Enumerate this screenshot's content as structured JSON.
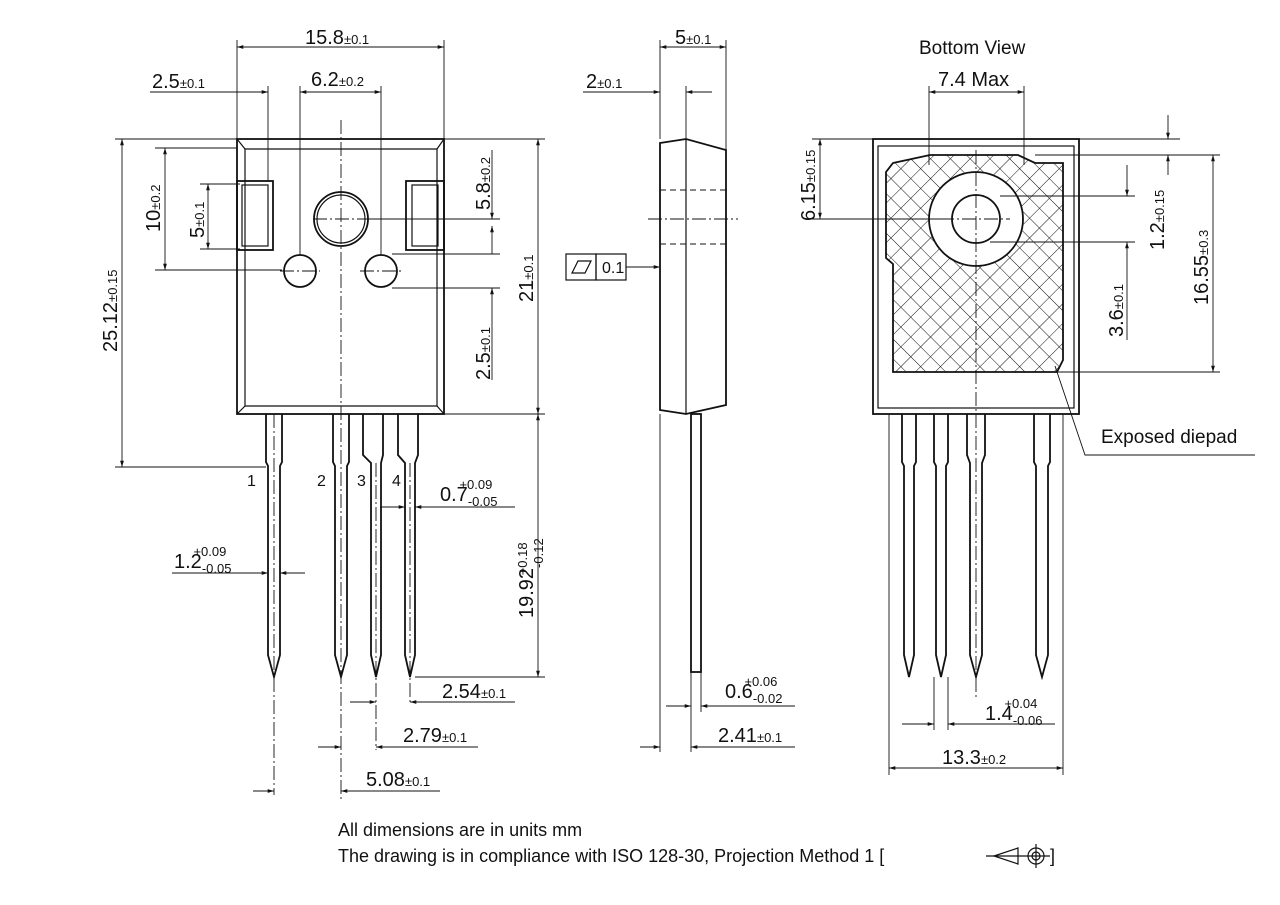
{
  "views": {
    "front": {
      "dimensions": {
        "overall_width": {
          "value": "15.8",
          "tol": "±0.1"
        },
        "edge_to_slot": {
          "value": "2.5",
          "tol": "±0.1"
        },
        "hole_pitch": {
          "value": "6.2",
          "tol": "±0.2"
        },
        "slot_span": {
          "value": "10",
          "tol": "±0.2"
        },
        "slot_height": {
          "value": "5",
          "tol": "±0.1"
        },
        "body_height": {
          "value": "25.12",
          "tol": "±0.15"
        },
        "hole_offset": {
          "value": "5.8",
          "tol": "±0.2"
        },
        "hole_spacing": {
          "value": "2.5",
          "tol": "±0.1"
        },
        "body_length": {
          "value": "21",
          "tol": "±0.1"
        },
        "lead_length": {
          "value": "19.92",
          "tol_plus": "+0.18",
          "tol_minus": "-0.12"
        },
        "lead_width_small": {
          "value": "0.7",
          "tol_plus": "+0.09",
          "tol_minus": "-0.05"
        },
        "lead_width_large": {
          "value": "1.2",
          "tol_plus": "+0.09",
          "tol_minus": "-0.05"
        },
        "pitch_a": {
          "value": "2.54",
          "tol": "±0.1"
        },
        "pitch_b": {
          "value": "2.79",
          "tol": "±0.1"
        },
        "pitch_c": {
          "value": "5.08",
          "tol": "±0.1"
        }
      },
      "pins": [
        "1",
        "2",
        "3",
        "4"
      ]
    },
    "side": {
      "dimensions": {
        "thickness": {
          "value": "5",
          "tol": "±0.1"
        },
        "tab_thickness": {
          "value": "2",
          "tol": "±0.1"
        },
        "lead_thickness": {
          "value": "0.6",
          "tol_plus": "+0.06",
          "tol_minus": "-0.02"
        },
        "standoff": {
          "value": "2.41",
          "tol": "±0.1"
        }
      },
      "flatness": "0.1"
    },
    "bottom": {
      "title": "Bottom View",
      "dimensions": {
        "pad_width_max": {
          "value": "7.4 Max"
        },
        "hole_center": {
          "value": "6.15",
          "tol": "±0.15"
        },
        "top_gap": {
          "value": "1.2",
          "tol": "±0.15"
        },
        "pad_height": {
          "value": "16.55",
          "tol": "±0.3"
        },
        "hole_to_pad": {
          "value": "3.6",
          "tol": "±0.1"
        },
        "lead_width": {
          "value": "1.4",
          "tol_plus": "+0.04",
          "tol_minus": "-0.06"
        },
        "lead_span": {
          "value": "13.3",
          "tol": "±0.2"
        }
      },
      "callout": "Exposed diepad"
    }
  },
  "notes": [
    "All dimensions are in units mm",
    "The drawing is in compliance with ISO 128-30, Projection Method 1 ["
  ],
  "notes_end": "]"
}
